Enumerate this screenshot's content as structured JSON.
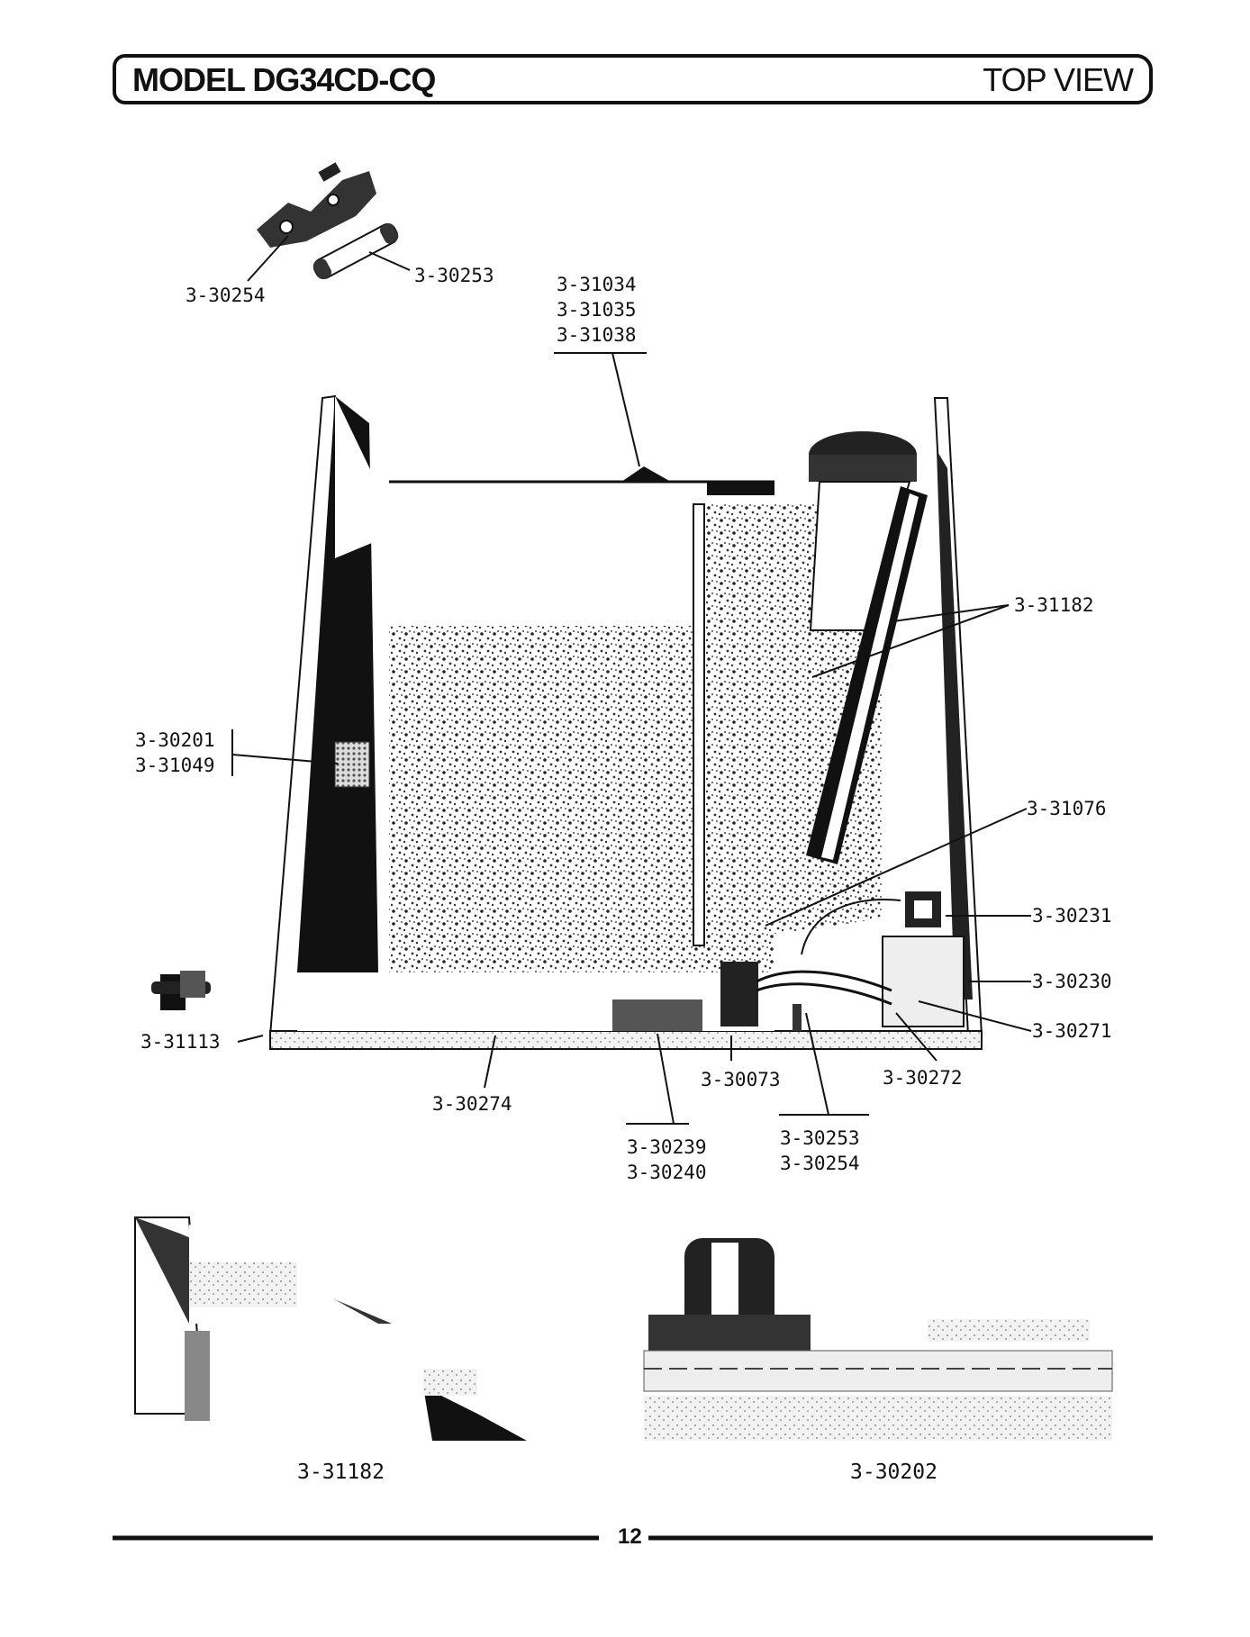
{
  "header": {
    "model": "MODEL DG34CD-CQ",
    "view": "TOP VIEW"
  },
  "parts": {
    "p30254_top": "3-30254",
    "p30253_top": "3-30253",
    "p31034": "3-31034",
    "p31035": "3-31035",
    "p31038": "3-31038",
    "p31182": "3-31182",
    "p30201": "3-30201",
    "p31049": "3-31049",
    "p31076": "3-31076",
    "p30231": "3-30231",
    "p30230": "3-30230",
    "p30271": "3-30271",
    "p31113": "3-31113",
    "p30073": "3-30073",
    "p30272": "3-30272",
    "p30274": "3-30274",
    "p30239": "3-30239",
    "p30240": "3-30240",
    "p30253_bottom": "3-30253",
    "p30254_bottom": "3-30254"
  },
  "captions": {
    "left": "3-31182",
    "right": "3-30202"
  },
  "footer": {
    "page": "12"
  },
  "colors": {
    "ink": "#111111",
    "paper": "#ffffff",
    "gray": "#9a9a9a"
  }
}
